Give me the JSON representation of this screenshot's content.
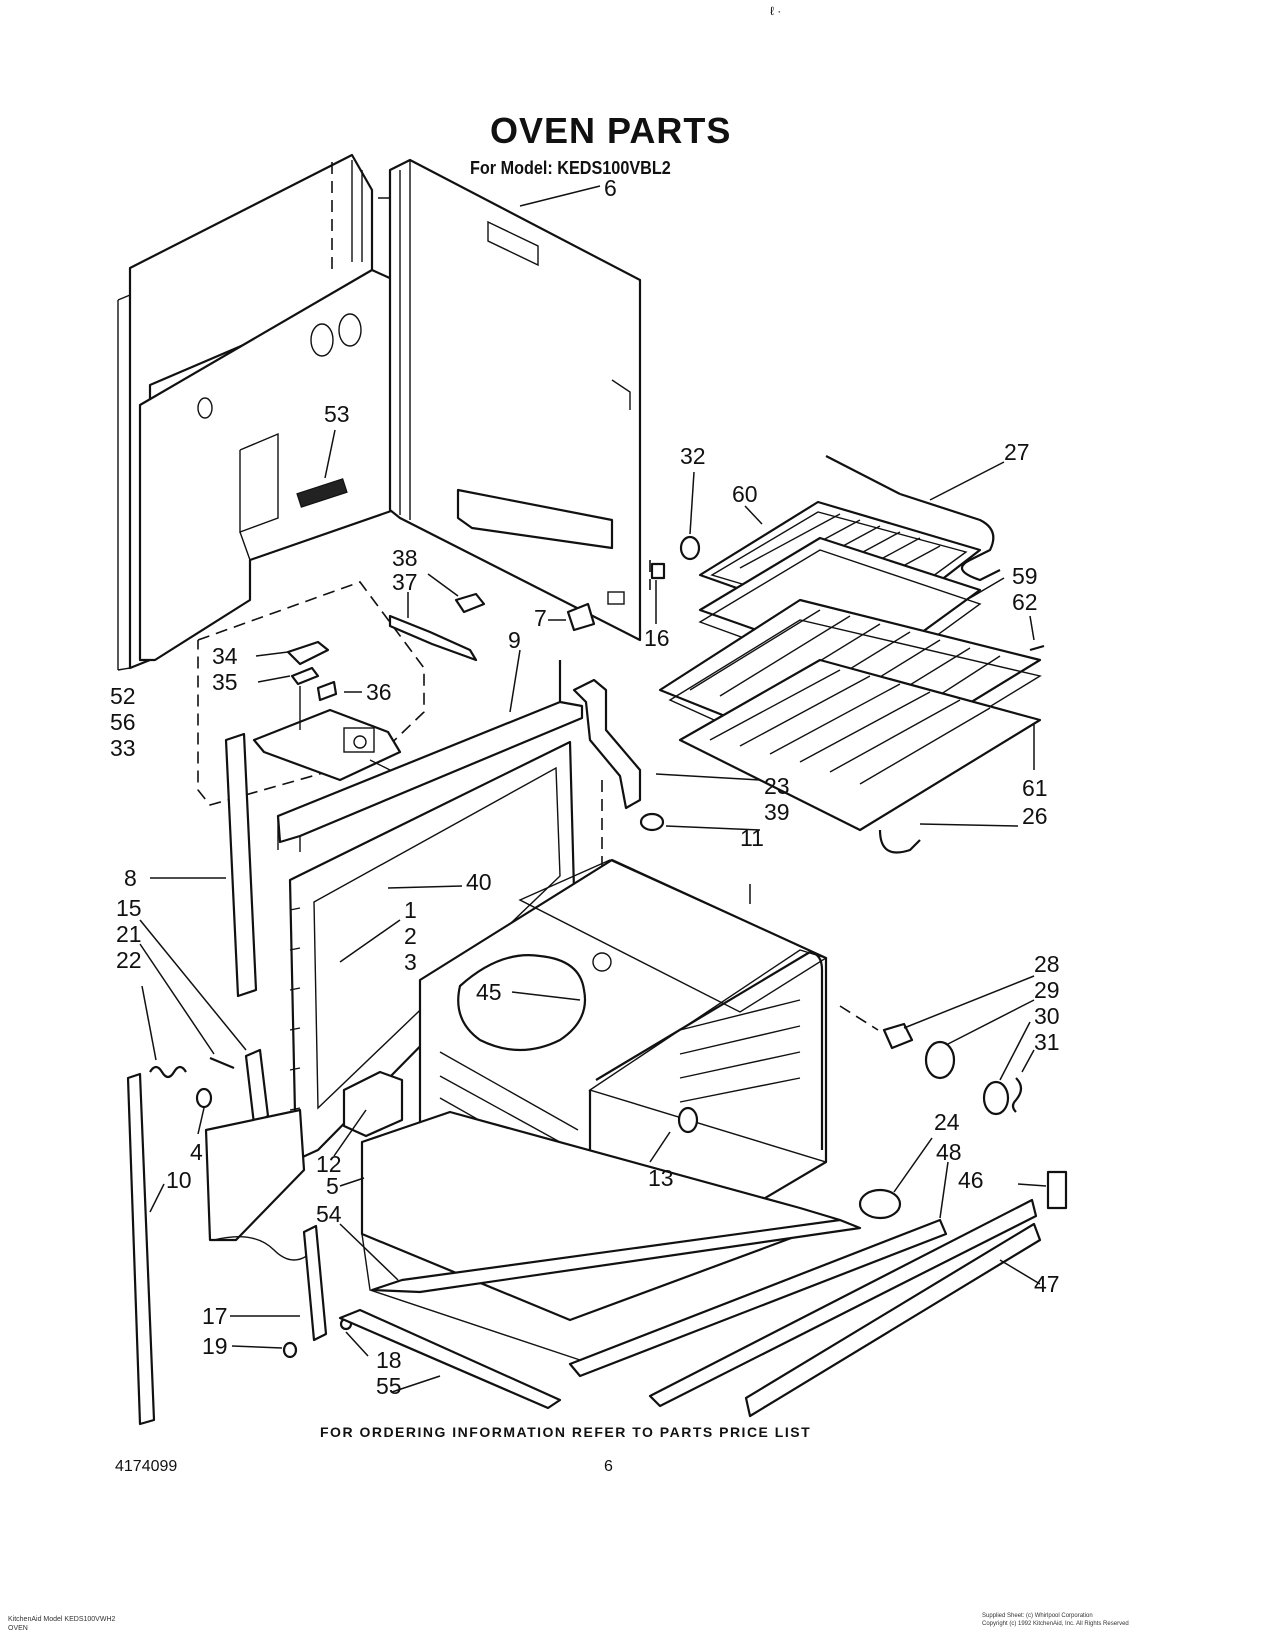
{
  "title": "OVEN PARTS",
  "model_line": "For Model: KEDS100VBL2",
  "top_mark": "ℓ   ·",
  "footer_note": "FOR ORDERING INFORMATION REFER TO PARTS PRICE LIST",
  "doc_number": "4174099",
  "page_number": "6",
  "bottom_left_lines": [
    "KitchenAid Model KEDS100VWH2",
    "OVEN"
  ],
  "bottom_right_lines": [
    "Supplied Sheet: (c) Whirlpool Corporation",
    "Copyright (c) 1992 KitchenAid, Inc. All Rights Reserved"
  ],
  "callouts": [
    {
      "id": "c6",
      "text": "6"
    },
    {
      "id": "c53",
      "text": "53"
    },
    {
      "id": "c32",
      "text": "32"
    },
    {
      "id": "c60",
      "text": "60"
    },
    {
      "id": "c27",
      "text": "27"
    },
    {
      "id": "c59",
      "text": "59"
    },
    {
      "id": "c62",
      "text": "62"
    },
    {
      "id": "c38",
      "text": "38"
    },
    {
      "id": "c37",
      "text": "37"
    },
    {
      "id": "c7",
      "text": "7"
    },
    {
      "id": "c16",
      "text": "16"
    },
    {
      "id": "c9",
      "text": "9"
    },
    {
      "id": "c34",
      "text": "34"
    },
    {
      "id": "c35",
      "text": "35"
    },
    {
      "id": "c36",
      "text": "36"
    },
    {
      "id": "c52",
      "text": "52"
    },
    {
      "id": "c56",
      "text": "56"
    },
    {
      "id": "c33",
      "text": "33"
    },
    {
      "id": "c61",
      "text": "61"
    },
    {
      "id": "c26",
      "text": "26"
    },
    {
      "id": "c23",
      "text": "23"
    },
    {
      "id": "c39",
      "text": "39"
    },
    {
      "id": "c11",
      "text": "11"
    },
    {
      "id": "c8",
      "text": "8"
    },
    {
      "id": "c40",
      "text": "40"
    },
    {
      "id": "c15",
      "text": "15"
    },
    {
      "id": "c21",
      "text": "21"
    },
    {
      "id": "c22",
      "text": "22"
    },
    {
      "id": "c1",
      "text": "1"
    },
    {
      "id": "c2",
      "text": "2"
    },
    {
      "id": "c3",
      "text": "3"
    },
    {
      "id": "c45",
      "text": "45"
    },
    {
      "id": "c28",
      "text": "28"
    },
    {
      "id": "c29",
      "text": "29"
    },
    {
      "id": "c30",
      "text": "30"
    },
    {
      "id": "c31",
      "text": "31"
    },
    {
      "id": "c4",
      "text": "4"
    },
    {
      "id": "c10",
      "text": "10"
    },
    {
      "id": "c12",
      "text": "12"
    },
    {
      "id": "c5",
      "text": "5"
    },
    {
      "id": "c13",
      "text": "13"
    },
    {
      "id": "c24",
      "text": "24"
    },
    {
      "id": "c48",
      "text": "48"
    },
    {
      "id": "c46",
      "text": "46"
    },
    {
      "id": "c54",
      "text": "54"
    },
    {
      "id": "c47",
      "text": "47"
    },
    {
      "id": "c17",
      "text": "17"
    },
    {
      "id": "c19",
      "text": "19"
    },
    {
      "id": "c18",
      "text": "18"
    },
    {
      "id": "c55",
      "text": "55"
    }
  ]
}
